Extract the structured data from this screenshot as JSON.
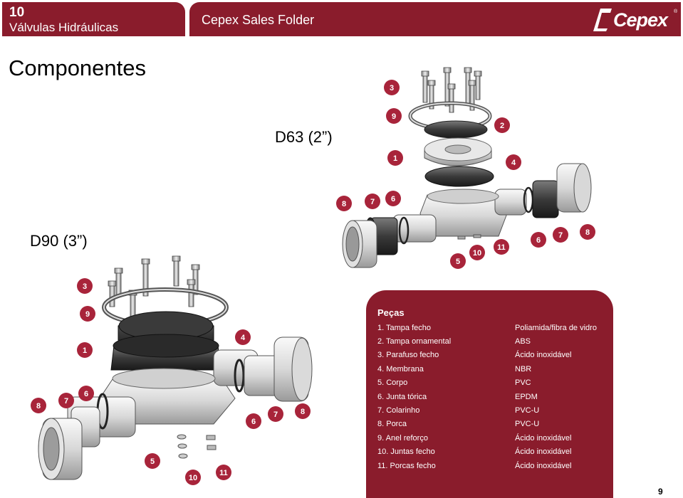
{
  "header": {
    "page_number": "10",
    "section_title": "Válvulas Hidráulicas",
    "folder_title": "Cepex Sales Folder",
    "logo_text": "Cepex",
    "logo_mark": "®"
  },
  "page_title": "Componentes",
  "models": {
    "small": "D63 (2”)",
    "large": "D90 (3”)"
  },
  "callouts": [
    "1",
    "2",
    "3",
    "4",
    "5",
    "6",
    "7",
    "8",
    "9",
    "10",
    "11"
  ],
  "parts": {
    "title": "Peças",
    "items": [
      {
        "name": "1. Tampa fecho",
        "material": "Poliamida/fibra de vidro"
      },
      {
        "name": "2. Tampa ornamental",
        "material": "ABS"
      },
      {
        "name": "3. Parafuso fecho",
        "material": "Ácido inoxidável"
      },
      {
        "name": "4. Membrana",
        "material": "NBR"
      },
      {
        "name": "5. Corpo",
        "material": "PVC"
      },
      {
        "name": "6. Junta tórica",
        "material": "EPDM"
      },
      {
        "name": "7. Colarinho",
        "material": "PVC-U"
      },
      {
        "name": "8. Porca",
        "material": "PVC-U"
      },
      {
        "name": "9. Anel reforço",
        "material": "Ácido inoxidável"
      },
      {
        "name": "10. Juntas fecho",
        "material": "Ácido inoxidável"
      },
      {
        "name": "11. Porcas fecho",
        "material": "Ácido inoxidável"
      }
    ]
  },
  "footer": {
    "page_number": "9"
  },
  "colors": {
    "brand": "#8a1c2c",
    "callout": "#a8243a"
  }
}
